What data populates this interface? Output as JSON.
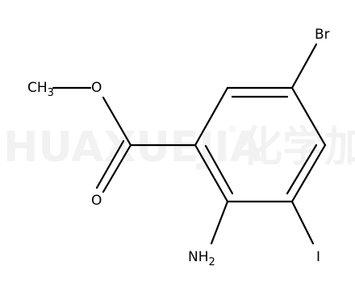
{
  "watermark": {
    "text": "HUAXUEJIA",
    "registered": "®",
    "cjk": "化学加"
  },
  "atoms": {
    "ch3": {
      "main": "CH",
      "sub": "3"
    },
    "o_ester": "O",
    "o_carbonyl": "O",
    "br": "Br",
    "nh2": {
      "main": "NH",
      "sub": "2"
    },
    "iodine": "I"
  },
  "colors": {
    "bond": "#000000",
    "background": "#ffffff",
    "watermark": "#f2f2f2"
  }
}
